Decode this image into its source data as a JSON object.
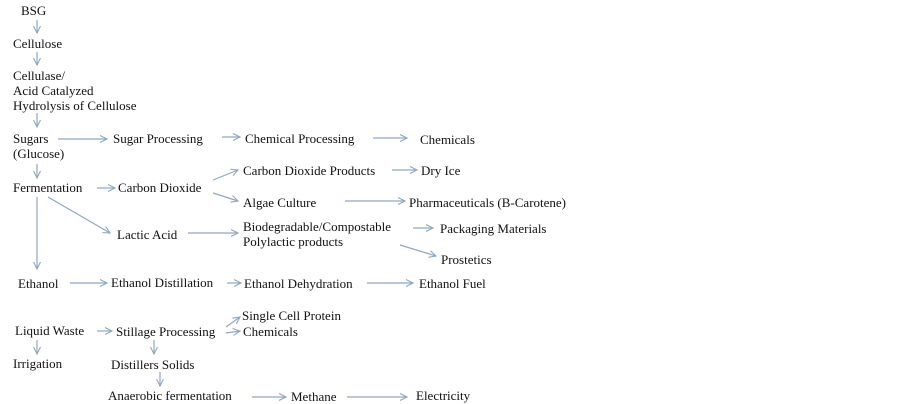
{
  "nodes": {
    "bsg": "BSG",
    "cellulose": "Cellulose",
    "hydrolysis": [
      "Cellulase/",
      "Acid Catalyzed",
      "Hydrolysis of Cellulose"
    ],
    "sugars": [
      "Sugars",
      "(Glucose)"
    ],
    "sugar_processing": "Sugar Processing",
    "chemical_processing": "Chemical Processing",
    "chemicals_1": "Chemicals",
    "fermentation": "Fermentation",
    "carbon_dioxide": "Carbon Dioxide",
    "co2_products": "Carbon Dioxide Products",
    "dry_ice": "Dry Ice",
    "algae_culture": "Algae Culture",
    "pharmaceuticals": "Pharmaceuticals (B-Carotene)",
    "lactic_acid": "Lactic Acid",
    "biodegradable": [
      "Biodegradable/Compostable",
      "Polylactic products"
    ],
    "packaging": "Packaging Materials",
    "prostetics": "Prostetics",
    "ethanol": "Ethanol",
    "ethanol_distillation": "Ethanol Distillation",
    "ethanol_dehydration": "Ethanol Dehydration",
    "ethanol_fuel": "Ethanol Fuel",
    "liquid_waste": "Liquid Waste",
    "stillage_processing": "Stillage Processing",
    "single_cell_protein": "Single Cell Protein",
    "chemicals_2": "Chemicals",
    "irrigation": "Irrigation",
    "distillers_solids": "Distillers Solids",
    "anaerobic": "Anaerobic fermentation",
    "methane": "Methane",
    "electricity": "Electricity"
  },
  "colors": {
    "arrow": "#8fa6c4",
    "text": "#111111",
    "background": "#ffffff"
  }
}
